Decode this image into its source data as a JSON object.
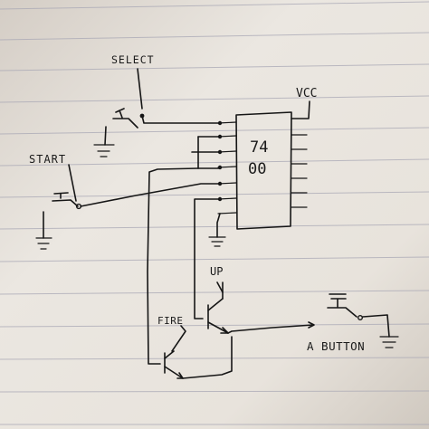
{
  "labels": {
    "select": "SELECT",
    "start": "START",
    "vcc": "VCC",
    "chip_line1": "74",
    "chip_line2": "00",
    "fire": "FIRE",
    "up": "UP",
    "a_button": "A BUTTON"
  },
  "colors": {
    "paper": "#e9e4dd",
    "ruled_line": "#aaa9b6",
    "ink": "#161616"
  },
  "icons": {
    "switch": "push-button-switch",
    "ground": "ground-symbol",
    "transistor": "npn-transistor"
  }
}
